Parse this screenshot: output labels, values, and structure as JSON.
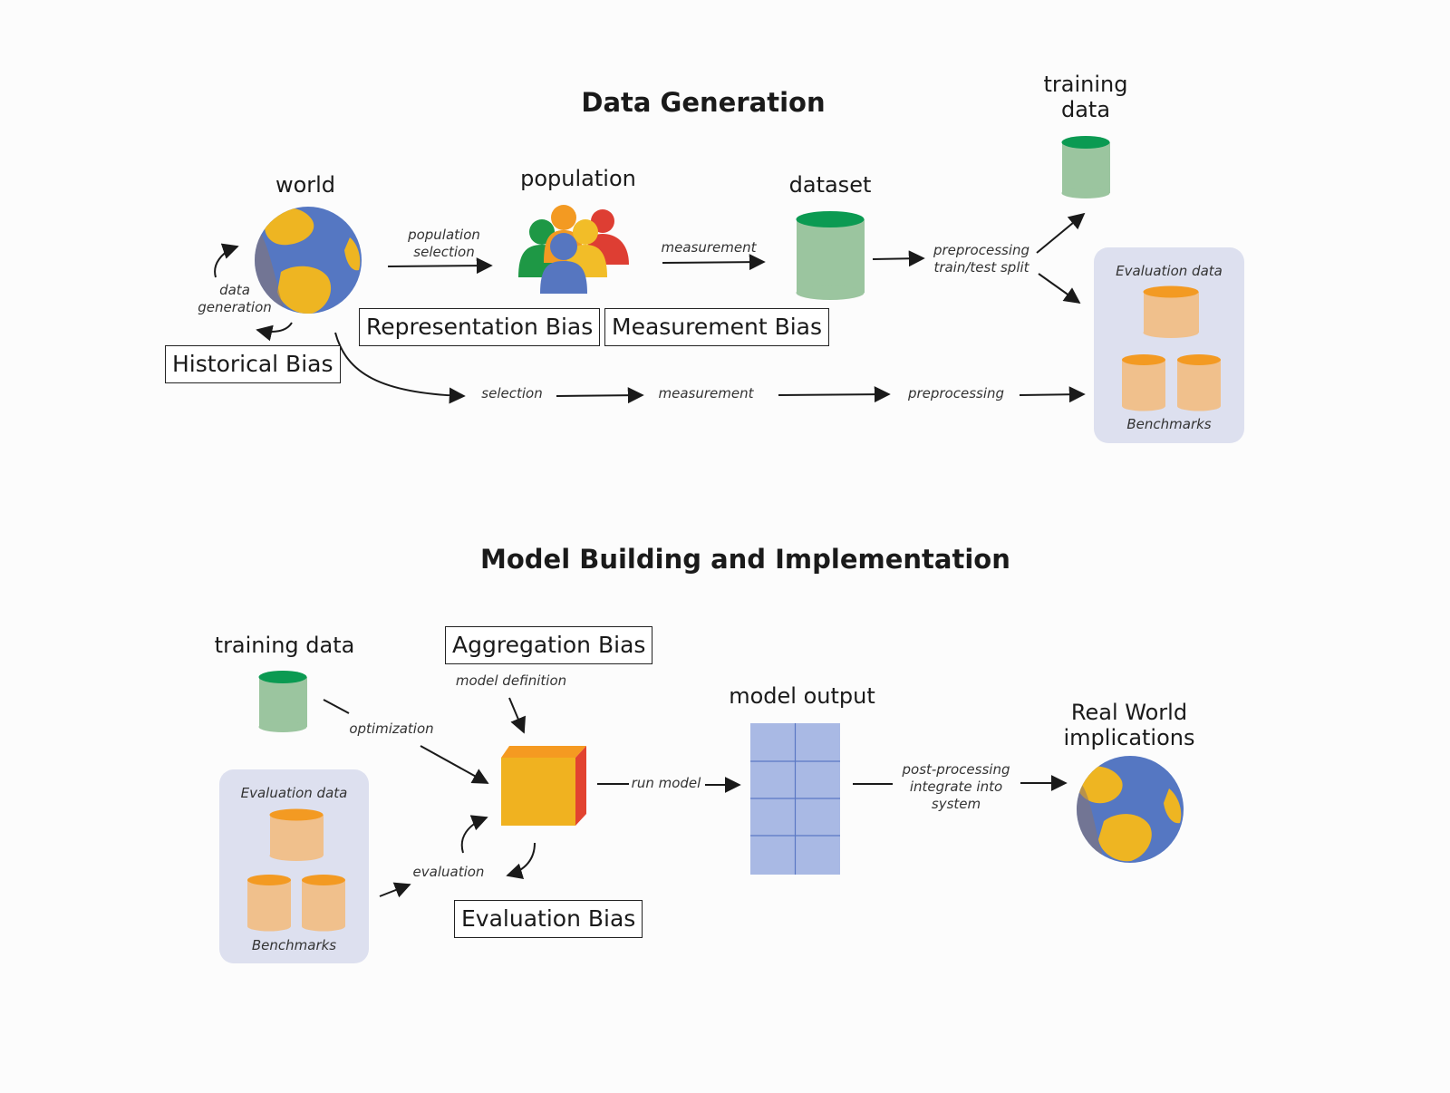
{
  "colors": {
    "globe_ocean": "#5577c2",
    "globe_land": "#eeb522",
    "db_green_top": "#0b9a52",
    "db_green_body": "#9bc59f",
    "db_orange_top": "#f39a22",
    "db_orange_body": "#f0c08c",
    "panel_bg": "#dde0ef",
    "cube_front": "#f0b220",
    "cube_top": "#f59a21",
    "cube_side": "#e24330",
    "grid_fill": "#a9b9e4",
    "person_green": "#1e9845",
    "person_orange": "#f39a22",
    "person_red": "#de3e33",
    "person_yellow": "#f2bd28",
    "person_blue": "#5676c0"
  },
  "data_generation": {
    "title": "Data Generation",
    "world": "world",
    "population": "population",
    "dataset": "dataset",
    "training_data": [
      "training",
      "data"
    ],
    "evaluation_data": "Evaluation data",
    "benchmarks": "Benchmarks",
    "edges": {
      "data_generation": [
        "data",
        "generation"
      ],
      "population_selection": [
        "population",
        "selection"
      ],
      "measurement": "measurement",
      "preprocessing_split": [
        "preprocessing",
        "train/test split"
      ],
      "selection": "selection",
      "measurement_lower": "measurement",
      "preprocessing": "preprocessing"
    },
    "biases": {
      "historical": "Historical Bias",
      "representation": "Representation Bias",
      "measurement": "Measurement Bias"
    }
  },
  "model_building": {
    "title": "Model Building and Implementation",
    "training_data": "training data",
    "evaluation_data": "Evaluation data",
    "benchmarks": "Benchmarks",
    "model_output": "model output",
    "real_world": [
      "Real World",
      "implications"
    ],
    "edges": {
      "model_definition": "model definition",
      "optimization": "optimization",
      "evaluation": "evaluation",
      "run_model": "run model",
      "post_processing": [
        "post-processing",
        "integrate into",
        "system"
      ]
    },
    "biases": {
      "aggregation": "Aggregation Bias",
      "evaluation": "Evaluation Bias"
    }
  }
}
